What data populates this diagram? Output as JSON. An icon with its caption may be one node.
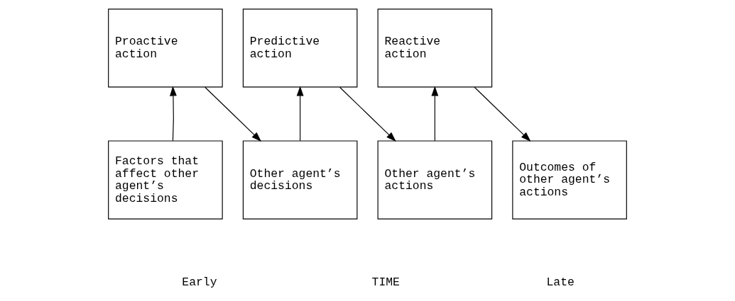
{
  "diagram": {
    "nodes": [
      {
        "text": [
          "Proactive action"
        ]
      },
      {
        "text": [
          "Predictive action"
        ]
      },
      {
        "text": [
          "Reactive action"
        ]
      },
      {
        "text": [
          "Factors that affect other agent’s decisions"
        ]
      },
      {
        "text": [
          "Other agent’s decisions"
        ]
      },
      {
        "text": [
          "Other agent’s actions"
        ]
      },
      {
        "text": [
          "Outcomes of other agent’s actions"
        ]
      }
    ],
    "edges": [
      {
        "from": 3,
        "to": 0,
        "arrow": "to"
      },
      {
        "from": 0,
        "to": 4,
        "arrow": "to"
      },
      {
        "from": 4,
        "to": 1,
        "arrow": "to"
      },
      {
        "from": 1,
        "to": 5,
        "arrow": "to"
      },
      {
        "from": 5,
        "to": 2,
        "arrow": "to"
      },
      {
        "from": 2,
        "to": 6,
        "arrow": "to"
      }
    ],
    "labels": [
      "Early",
      "TIME",
      "Late"
    ]
  }
}
